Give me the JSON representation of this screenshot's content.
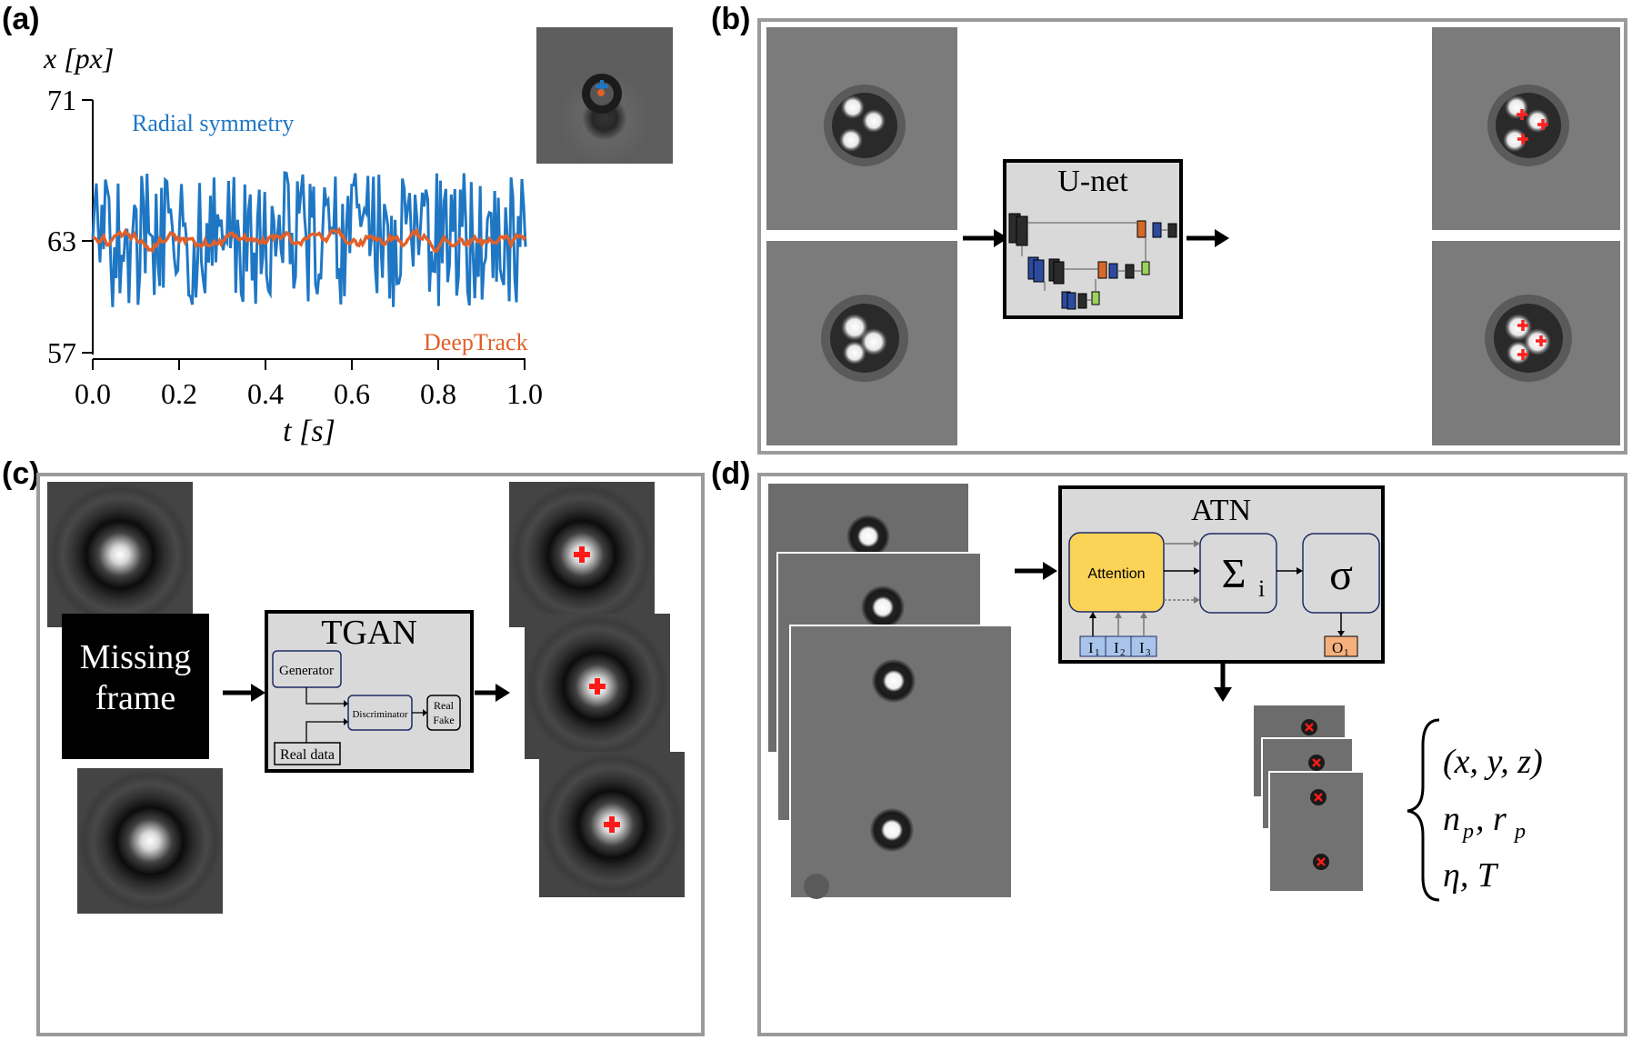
{
  "panel_a": {
    "label": "(a)",
    "y_axis_label": "x [px]",
    "x_axis_label": "t [s]",
    "y_ticks": [
      "71",
      "63",
      "57"
    ],
    "x_ticks": [
      "0.0",
      "0.2",
      "0.4",
      "0.6",
      "0.8",
      "1.0"
    ],
    "legend_blue": "Radial symmetry",
    "legend_orange": "DeepTrack",
    "colors": {
      "radial": "#1f77c4",
      "deeptrack": "#e0602a"
    }
  },
  "panel_b": {
    "label": "(b)",
    "network": "U-net"
  },
  "panel_c": {
    "label": "(c)",
    "missing_line1": "Missing",
    "missing_line2": "frame",
    "network": "TGAN",
    "generator": "Generator",
    "discriminator": "Discriminator",
    "real_data": "Real data",
    "real": "Real",
    "fake": "Fake"
  },
  "panel_d": {
    "label": "(d)",
    "network": "ATN",
    "attention": "Attention",
    "sum": "Σ",
    "sum_sub": "i",
    "sigma": "σ",
    "inputs": [
      "I",
      "I",
      "I"
    ],
    "input_subs": [
      "1",
      "2",
      "3"
    ],
    "output": "O",
    "output_sub": "1",
    "outputs_line1": "(x, y, z)",
    "outputs_line2": "n",
    "outputs_line2_sub1": "p",
    "outputs_line2_mid": ", r",
    "outputs_line2_sub2": "p",
    "outputs_line3": "η, T"
  }
}
